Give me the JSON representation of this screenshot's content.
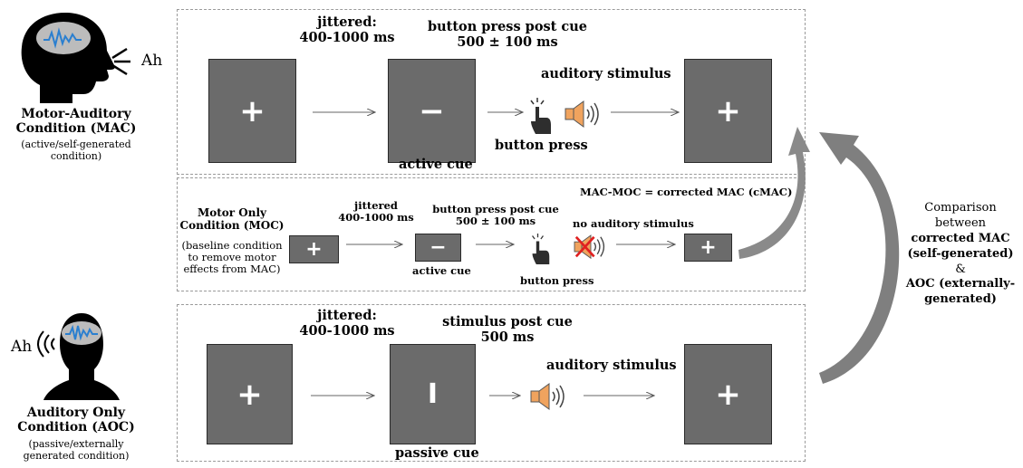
{
  "colors": {
    "box_fill": "#6b6b6b",
    "arrow_big": "#7f7f7f",
    "speaker": "#f0a35e",
    "cross": "#e02020",
    "brain_wave": "#2a7fd0"
  },
  "left": {
    "mac_speech": "Ah",
    "mac_title_1": "Motor-Auditory",
    "mac_title_2": "Condition (MAC)",
    "mac_sub_1": "(active/self-generated",
    "mac_sub_2": "condition)",
    "aoc_speech": "Ah",
    "aoc_title_1": "Auditory Only",
    "aoc_title_2": "Condition (AOC)",
    "aoc_sub_1": "(passive/externally",
    "aoc_sub_2": "generated condition)"
  },
  "mac": {
    "jitter_1": "jittered:",
    "jitter_2": "400-1000 ms",
    "post_cue_1": "button press post cue",
    "post_cue_2": "500 ± 100 ms",
    "auditory": "auditory stimulus",
    "button_press": "button press",
    "active_cue": "active cue",
    "box1_symbol": "+",
    "box2_symbol": "−",
    "box3_symbol": "+"
  },
  "moc": {
    "formula": "MAC-MOC = corrected MAC (cMAC)",
    "title_1": "Motor Only",
    "title_2": "Condition (MOC)",
    "desc_1": "(baseline condition",
    "desc_2": "to remove motor",
    "desc_3": "effects from MAC)",
    "jitter_1": "jittered",
    "jitter_2": "400-1000 ms",
    "post_cue_1": "button press post cue",
    "post_cue_2": "500 ± 100 ms",
    "no_auditory": "no auditory stimulus",
    "active_cue": "active cue",
    "button_press": "button press",
    "box1_symbol": "+",
    "box2_symbol": "−",
    "box3_symbol": "+"
  },
  "aoc": {
    "jitter_1": "jittered:",
    "jitter_2": "400-1000 ms",
    "post_cue_1": "stimulus post cue",
    "post_cue_2": "500 ms",
    "auditory": "auditory stimulus",
    "passive_cue": "passive cue",
    "box1_symbol": "+",
    "box2_symbol": "I",
    "box3_symbol": "+"
  },
  "comparison": {
    "line_1": "Comparison",
    "line_2": "between",
    "line_3": "corrected MAC",
    "line_4": "(self-generated)",
    "line_5": "&",
    "line_6": "AOC (externally-",
    "line_7": "generated)"
  }
}
